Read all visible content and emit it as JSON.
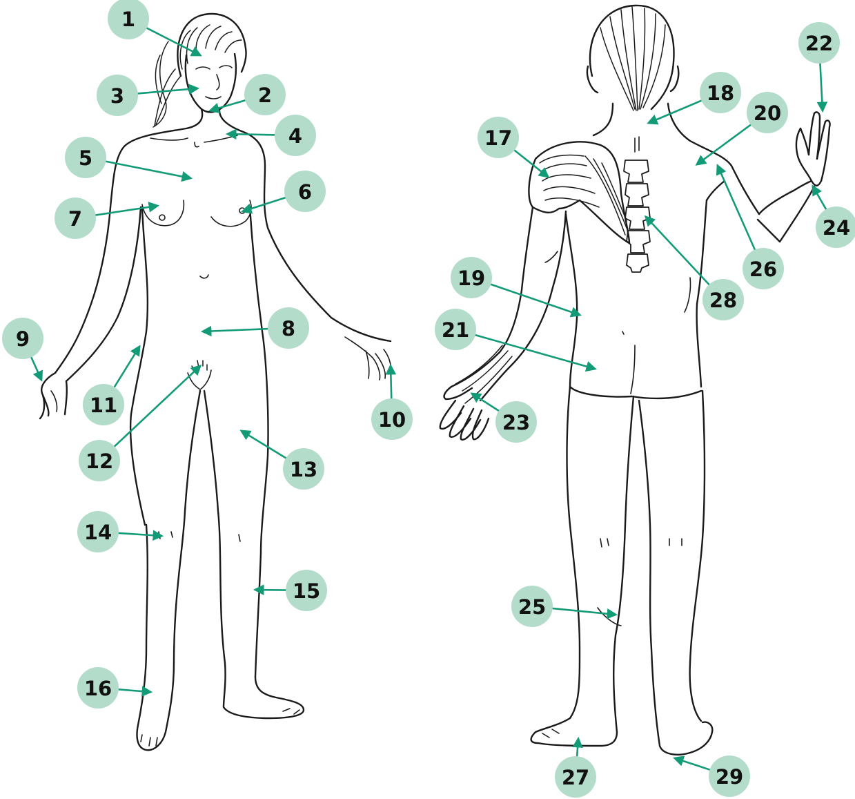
{
  "colors": {
    "badge_fill": "#b3dccb",
    "arrow": "#139b77",
    "label_text": "#111111",
    "outline": "#1a1a1a"
  },
  "labels": [
    {
      "id": "1",
      "text": "1"
    },
    {
      "id": "2",
      "text": "2"
    },
    {
      "id": "3",
      "text": "3"
    },
    {
      "id": "4",
      "text": "4"
    },
    {
      "id": "5",
      "text": "5"
    },
    {
      "id": "6",
      "text": "6"
    },
    {
      "id": "7",
      "text": "7"
    },
    {
      "id": "8",
      "text": "8"
    },
    {
      "id": "9",
      "text": "9"
    },
    {
      "id": "10",
      "text": "10"
    },
    {
      "id": "11",
      "text": "11"
    },
    {
      "id": "12",
      "text": "12"
    },
    {
      "id": "13",
      "text": "13"
    },
    {
      "id": "14",
      "text": "14"
    },
    {
      "id": "15",
      "text": "15"
    },
    {
      "id": "16",
      "text": "16"
    },
    {
      "id": "17",
      "text": "17"
    },
    {
      "id": "18",
      "text": "18"
    },
    {
      "id": "19",
      "text": "19"
    },
    {
      "id": "20",
      "text": "20"
    },
    {
      "id": "21",
      "text": "21"
    },
    {
      "id": "22",
      "text": "22"
    },
    {
      "id": "23",
      "text": "23"
    },
    {
      "id": "24",
      "text": "24"
    },
    {
      "id": "25",
      "text": "25"
    },
    {
      "id": "26",
      "text": "26"
    },
    {
      "id": "27",
      "text": "27"
    },
    {
      "id": "28",
      "text": "28"
    },
    {
      "id": "29",
      "text": "29"
    }
  ]
}
